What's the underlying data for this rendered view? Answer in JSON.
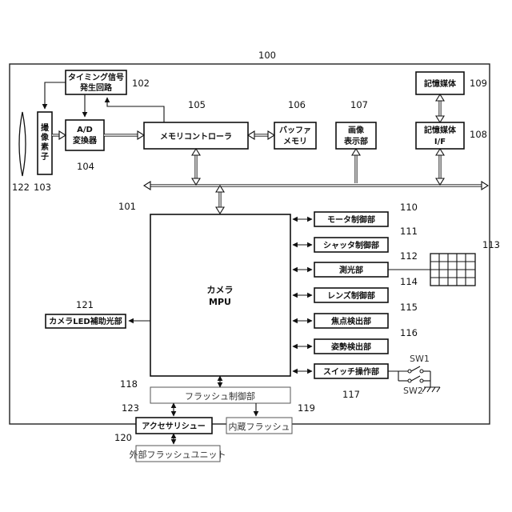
{
  "labels": {
    "system": "100",
    "timing": [
      "タイミング信号",
      "発生回路"
    ],
    "sensor": [
      "撮",
      "像",
      "素",
      "子"
    ],
    "ad": [
      "A/D",
      "変換器"
    ],
    "memctrl": "メモリコントローラ",
    "buffer": [
      "バッファ",
      "メモリ"
    ],
    "display": [
      "画像",
      "表示部"
    ],
    "media": "記憶媒体",
    "media_if": [
      "記憶媒体",
      "I/F"
    ],
    "mpu": [
      "カメラ",
      "MPU"
    ],
    "motor": "モータ制御部",
    "shutter": "シャッタ制御部",
    "metering": "測光部",
    "lens": "レンズ制御部",
    "focus": "焦点検出部",
    "attitude": "姿勢検出部",
    "switch": "スイッチ操作部",
    "led": "カメラLED補助光部",
    "flash_ctrl": "フラッシュ制御部",
    "accessory": "アクセサリシュー",
    "builtin_flash": "内蔵フラッシュ",
    "ext_flash": "外部フラッシュユニット",
    "sw1": "SW1",
    "sw2": "SW2"
  },
  "refs": {
    "r100": "100",
    "r101": "101",
    "r102": "102",
    "r103": "103",
    "r104": "104",
    "r105": "105",
    "r106": "106",
    "r107": "107",
    "r108": "108",
    "r109": "109",
    "r110": "110",
    "r111": "111",
    "r112": "112",
    "r113": "113",
    "r114": "114",
    "r115": "115",
    "r116": "116",
    "r117": "117",
    "r118": "118",
    "r119": "119",
    "r120": "120",
    "r121": "121",
    "r122": "122",
    "r123": "123"
  }
}
